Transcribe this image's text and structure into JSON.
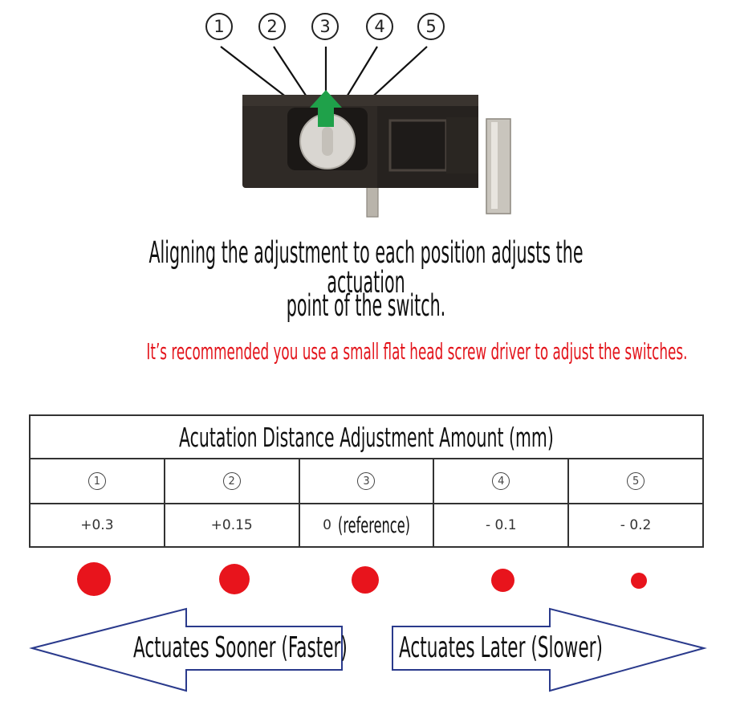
{
  "positions": [
    "1",
    "2",
    "3",
    "4",
    "5"
  ],
  "heading_line1": "Aligning the adjustment to each position adjusts the actuation",
  "heading_line2": "point of the switch.",
  "note": "It’s recommended you use a small flat head screw driver to adjust the switches.",
  "table": {
    "title": "Acutation Distance Adjustment Amount (mm)",
    "values": [
      "+0.3",
      "+0.15",
      "0",
      "- 0.1",
      "- 0.2"
    ],
    "reference_note": "(reference)"
  },
  "arrows": {
    "left_label": "Actuates Sooner (Faster)",
    "right_label": "Actuates Later (Slower)"
  },
  "colors": {
    "accent_red": "#e8141c",
    "arrow_green": "#1fa14a",
    "switch_body": "#2f2a26"
  }
}
